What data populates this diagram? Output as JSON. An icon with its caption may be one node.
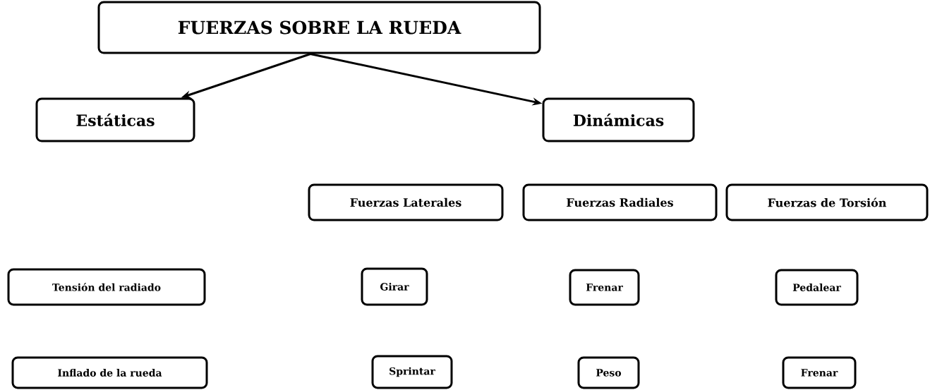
{
  "diagram": {
    "nodes": [
      {
        "text": [
          "FUERZAS SOBRE LA RUEDA"
        ]
      },
      {
        "text": [
          "Estáticas"
        ]
      },
      {
        "text": [
          "Dinámicas"
        ]
      },
      {
        "text": [
          "Fuerzas Laterales"
        ]
      },
      {
        "text": [
          "Fuerzas Radiales"
        ]
      },
      {
        "text": [
          "Fuerzas de Torsión"
        ]
      },
      {
        "text": [
          "Tensión del radiado"
        ]
      },
      {
        "text": [
          "Girar"
        ]
      },
      {
        "text": [
          "Frenar"
        ]
      },
      {
        "text": [
          "Pedalear"
        ]
      },
      {
        "text": [
          "Inflado de la rueda"
        ]
      },
      {
        "text": [
          "Sprintar"
        ]
      },
      {
        "text": [
          "Peso"
        ]
      },
      {
        "text": [
          "Frenar"
        ]
      }
    ],
    "edges": [
      {
        "from": 0,
        "to": 1,
        "arrow": "to"
      },
      {
        "from": 0,
        "to": 2,
        "arrow": "to"
      }
    ]
  }
}
